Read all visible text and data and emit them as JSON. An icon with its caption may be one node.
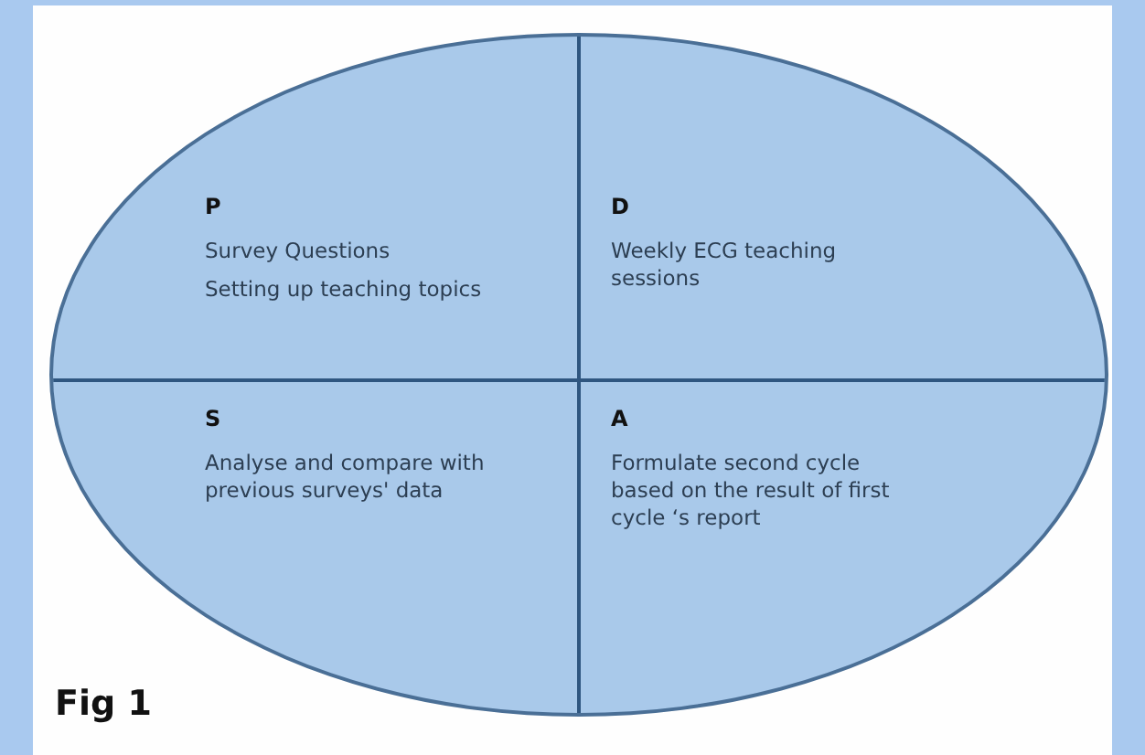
{
  "diagram": {
    "caption": "Fig 1",
    "nodes": [
      {
        "text": [],
        "shape": "ellipse"
      },
      {
        "text": [
          "P",
          "Survey Questions",
          "Setting up teaching topics"
        ],
        "in": 0
      },
      {
        "text": [
          "D",
          "Weekly ECG teaching sessions"
        ],
        "in": 0
      },
      {
        "text": [
          "S",
          "Analyse and compare with previous surveys' data"
        ],
        "in": 0
      },
      {
        "text": [
          "A",
          "Formulate second cycle based on the result of first cycle ‘s report"
        ],
        "in": 0
      }
    ]
  }
}
